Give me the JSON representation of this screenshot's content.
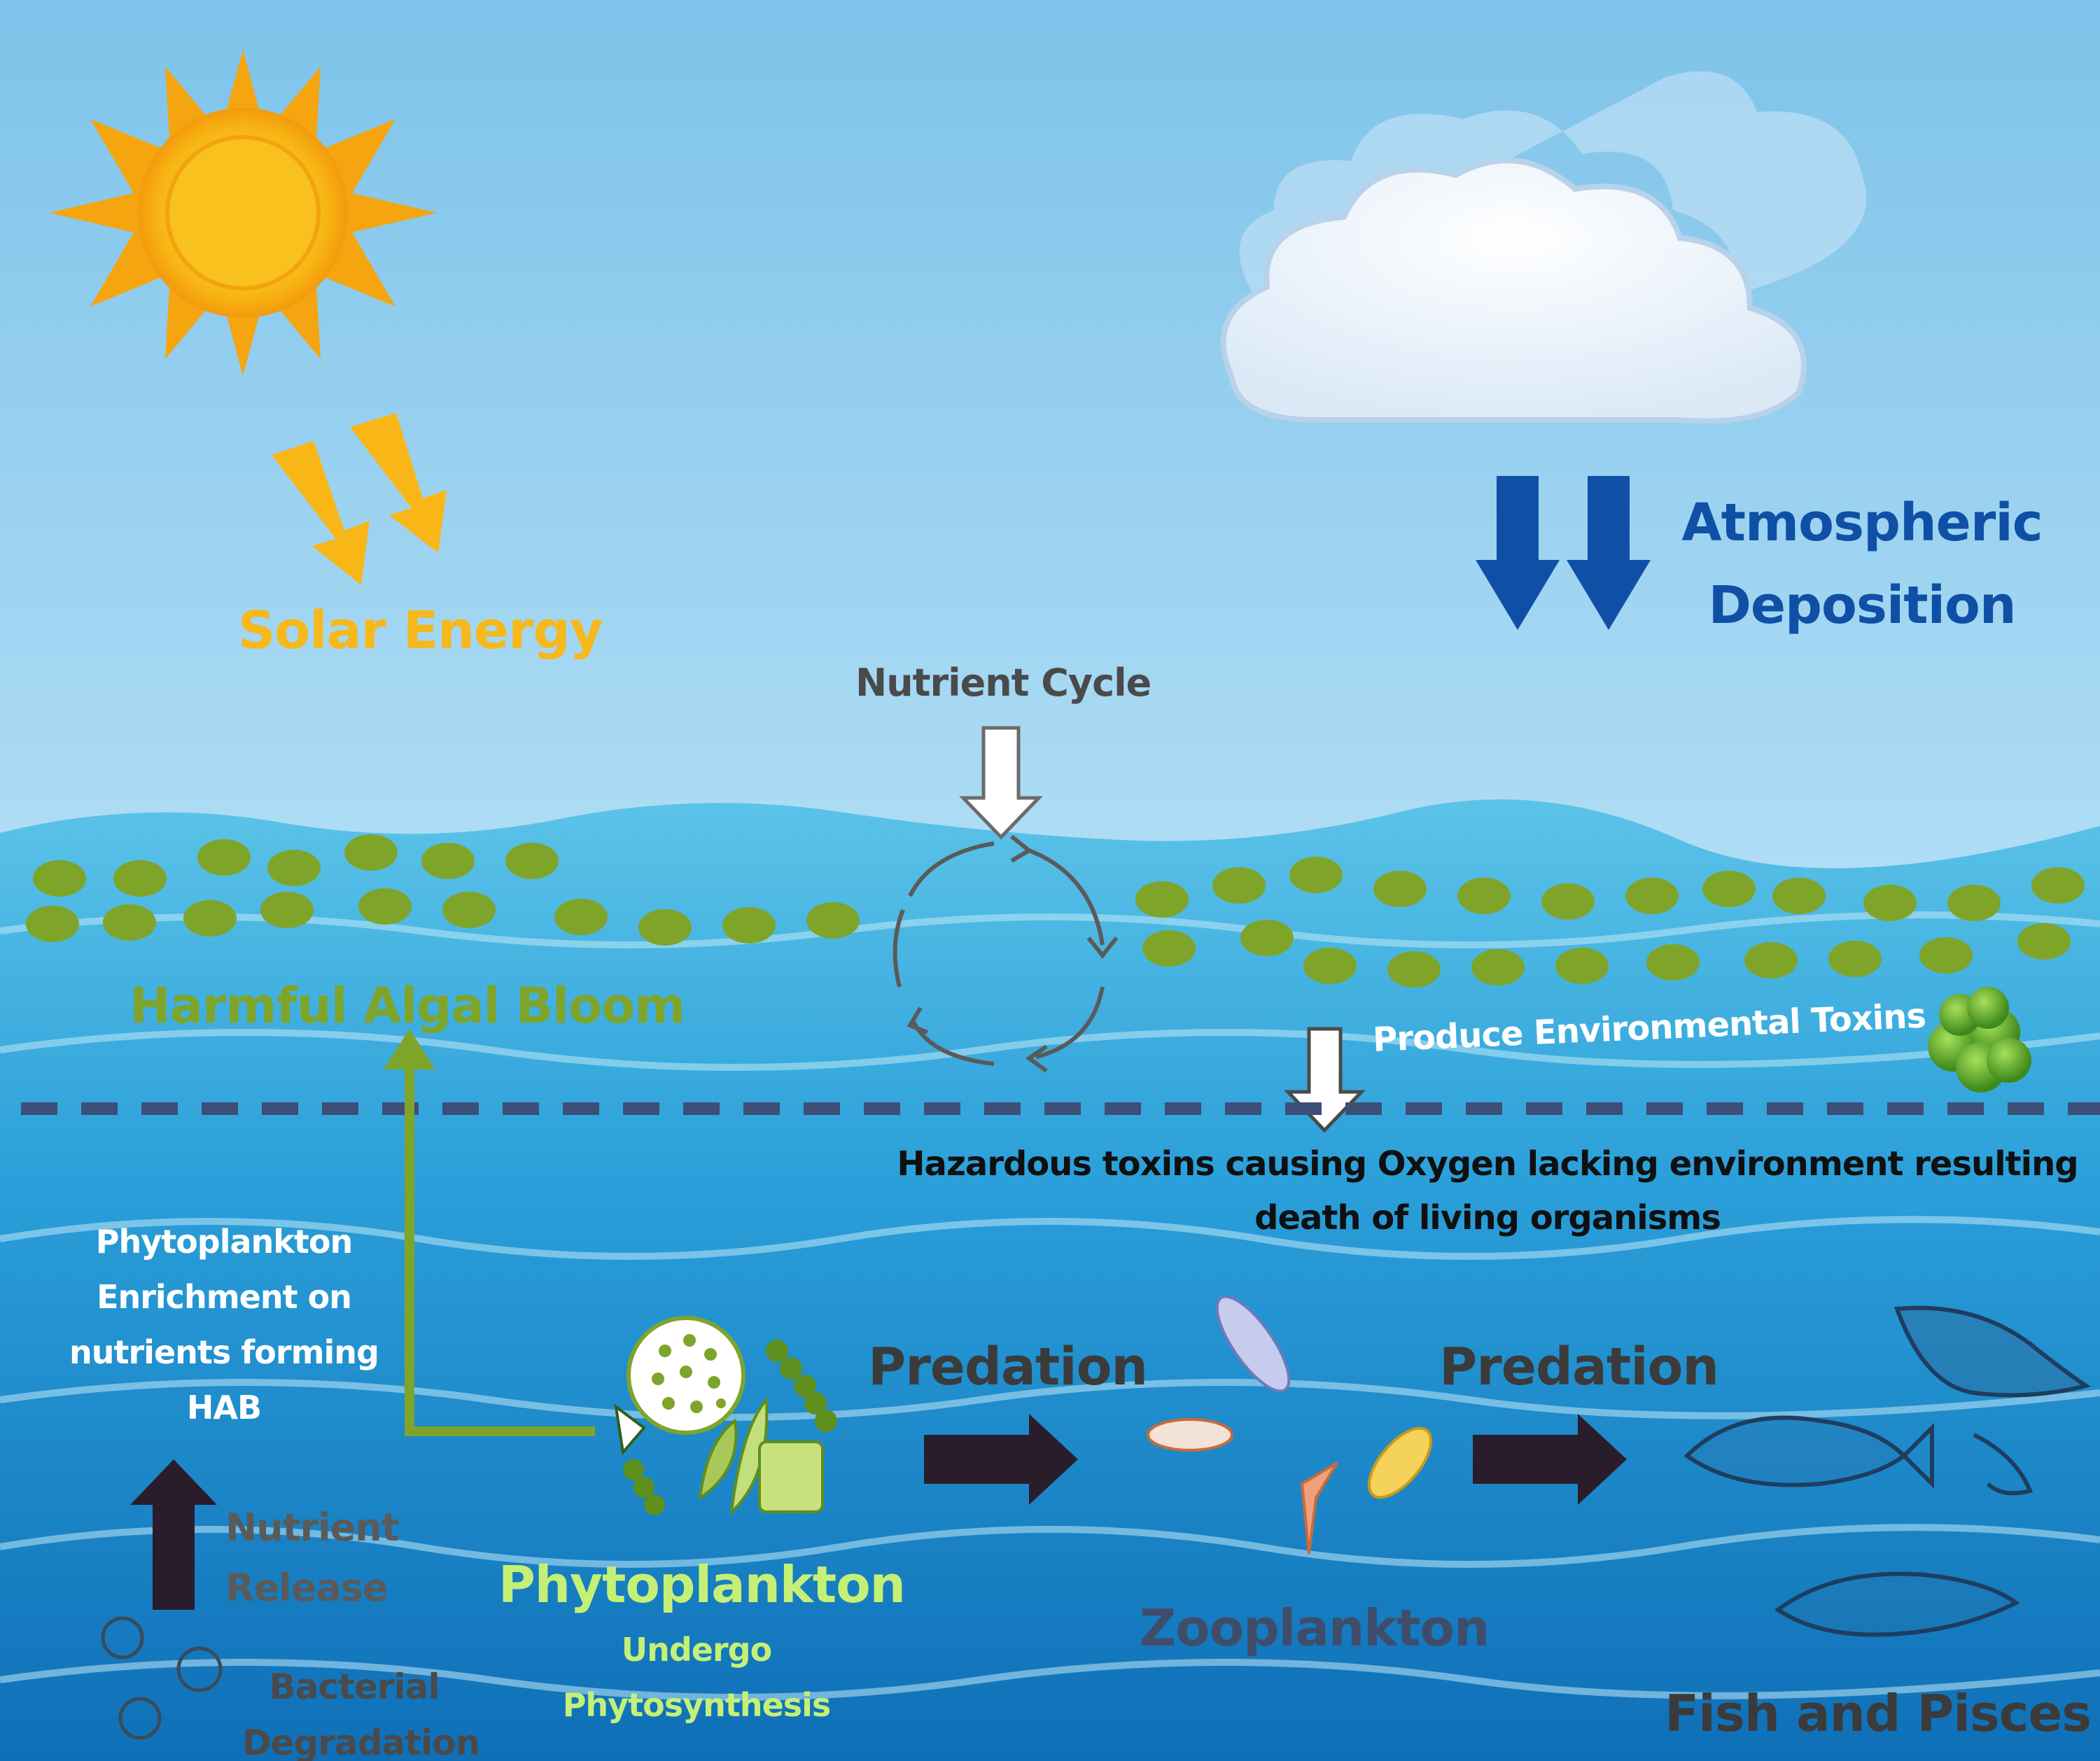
{
  "labels": {
    "solar_energy": "Solar Energy",
    "atmospheric_line1": "Atmospheric",
    "atmospheric_line2": "Deposition",
    "nutrient_cycle": "Nutrient Cycle",
    "harmful_algal_bloom": "Harmful  Algal Bloom",
    "produce_toxins": "Produce Environmental Toxins",
    "hazard_line1": "Hazardous toxins causing Oxygen lacking environment resulting",
    "hazard_line2": "death of living organisms",
    "enrichment_line1": "Phytoplankton",
    "enrichment_line2": "Enrichment on",
    "enrichment_line3": "nutrients forming",
    "enrichment_line4": "HAB",
    "predation_1": "Predation",
    "predation_2": "Predation",
    "nutrient_release_line1": "Nutrient",
    "nutrient_release_line2": "Release",
    "phytoplankton": "Phytoplankton",
    "undergo_line1": "Undergo",
    "undergo_line2": "Phytosynthesis",
    "zooplankton": "Zooplankton",
    "fish_and_pisces": "Fish and Pisces",
    "bacterial_line1": "Bacterial",
    "bacterial_line2": "Degradation"
  },
  "colors": {
    "sky_top": "#7ec3ea",
    "sky_bottom": "#d9f1fb",
    "water_surface": "#5cc3e8",
    "water_deep": "#0f6fb7",
    "algae": "#7fa42a",
    "sun": "#f7c21a",
    "solar_arrow": "#f9b717",
    "deposition_arrow": "#0f4fa6",
    "dashed_line": "#3d4f77",
    "dark_arrow": "#2a1d2b",
    "hab_arrow": "#7fa42a"
  },
  "icons": {
    "sun": "sun-icon",
    "cloud": "cloud-icon",
    "cycle": "recycle-arrows-icon",
    "algae_cluster": "algae-cluster-icon",
    "phytoplankton": "phytoplankton-cluster-icon",
    "zooplankton": "zooplankton-icon",
    "fish": "fish-icon",
    "bacteria": "bacteria-icon"
  }
}
